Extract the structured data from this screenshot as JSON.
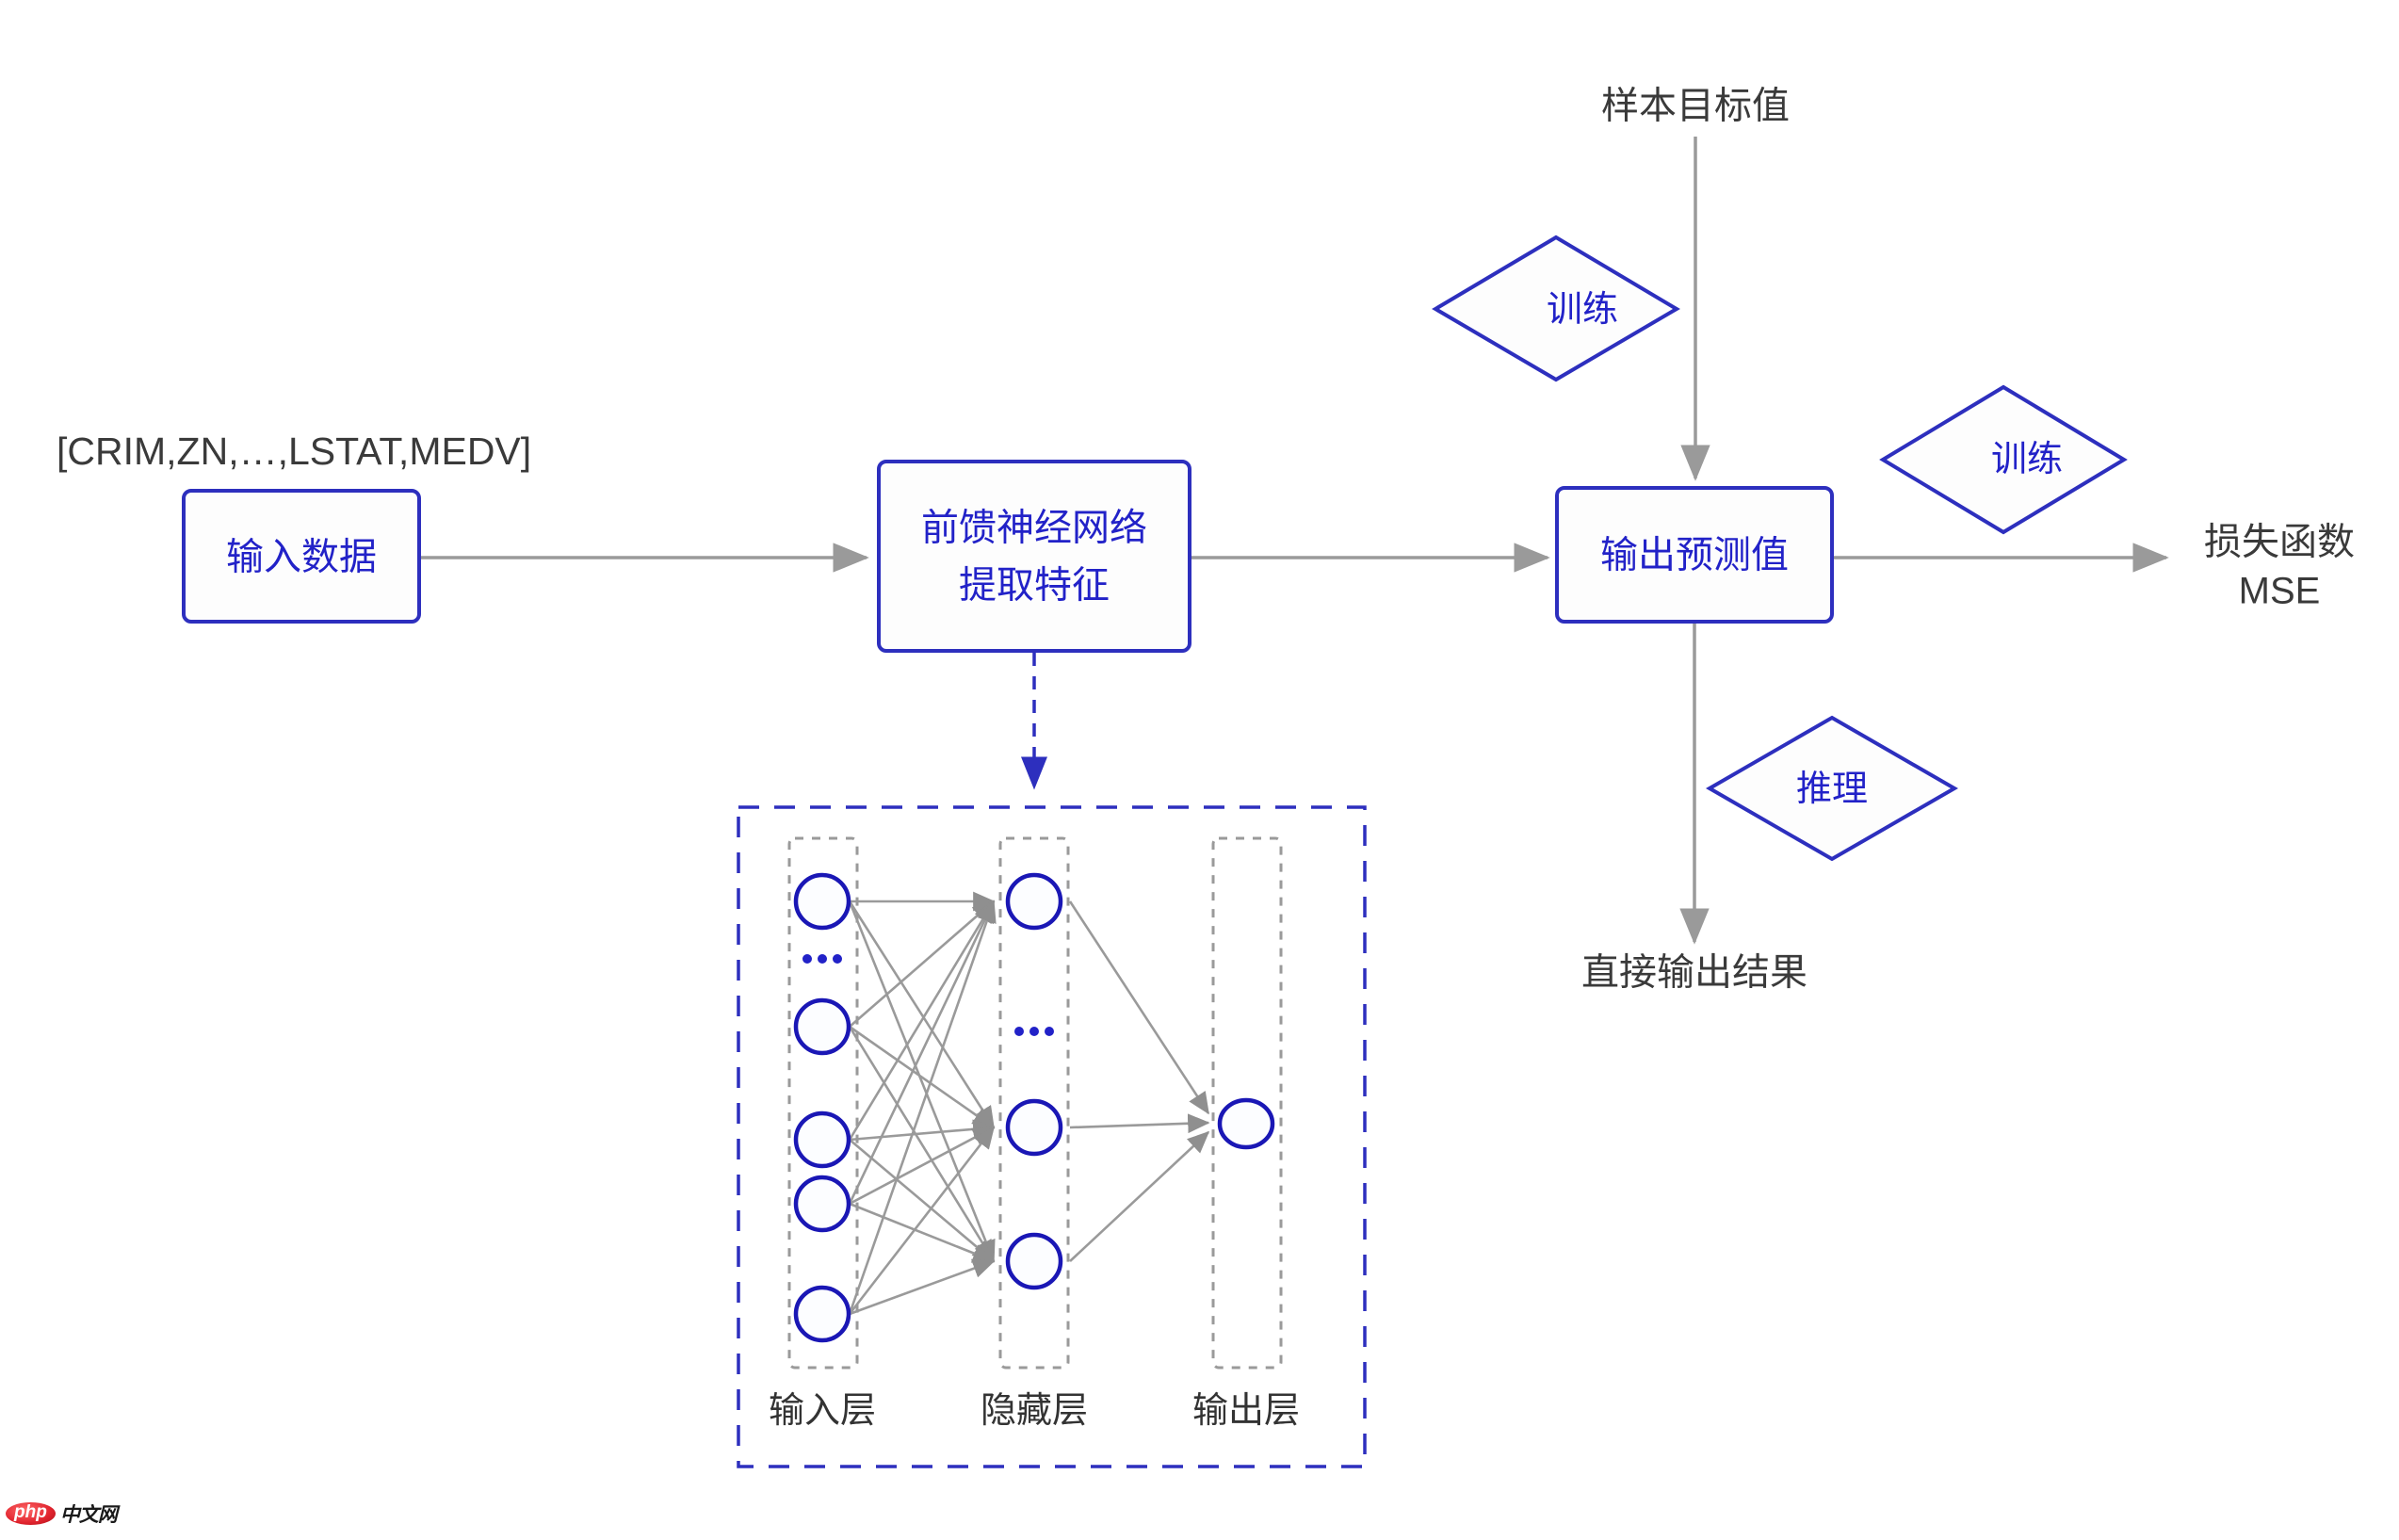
{
  "diagram": {
    "feature_list_label": "[CRIM,ZN,…,LSTAT,MEDV]",
    "sample_target_label": "样本目标值",
    "direct_output_label": "直接输出结果",
    "loss_label_line1": "损失函数",
    "loss_label_line2": "MSE",
    "boxes": [
      {
        "id": "input-data",
        "label": "输入数据"
      },
      {
        "id": "feedforward",
        "label_line1": "前馈神经网络",
        "label_line2": "提取特征"
      },
      {
        "id": "output-prediction",
        "label": "输出预测值"
      }
    ],
    "diamonds": [
      {
        "id": "train-top",
        "label": "训练"
      },
      {
        "id": "train-right",
        "label": "训练"
      },
      {
        "id": "inference",
        "label": "推理"
      }
    ],
    "network": {
      "layers": [
        {
          "id": "input-layer",
          "label": "输入层",
          "neuron_count": 5,
          "has_ellipsis": true
        },
        {
          "id": "hidden-layer",
          "label": "隐藏层",
          "neuron_count": 3,
          "has_ellipsis": true
        },
        {
          "id": "output-layer",
          "label": "输出层",
          "neuron_count": 1,
          "has_ellipsis": false
        }
      ]
    },
    "colors": {
      "box_stroke": "#2d2fbe",
      "text_blue": "#2222c8",
      "text_dark": "#3a3a3a",
      "flow_gray": "#9a9a9a",
      "neuron_stroke": "#1a17b5"
    }
  },
  "watermark": {
    "badge": "php",
    "text": "中文网"
  }
}
